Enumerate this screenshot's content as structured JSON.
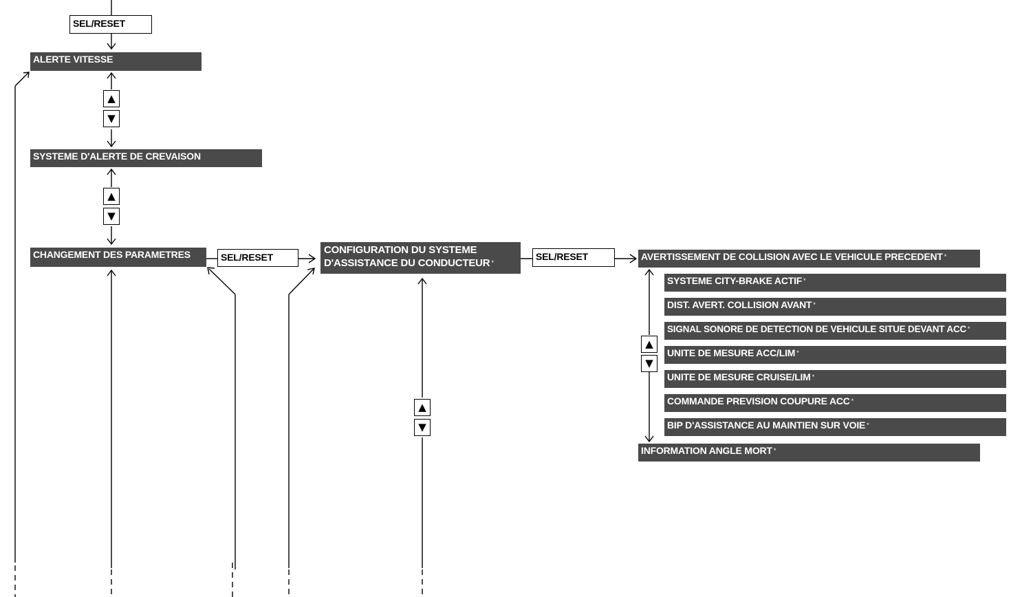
{
  "top_button": {
    "label": "SEL/RESET"
  },
  "alert_speed": {
    "label": "ALERTE VITESSE"
  },
  "tpms": {
    "label": "SYSTEME D'ALERTE DE CREVAISON"
  },
  "settings_change": {
    "label": "CHANGEMENT DES PARAMETRES"
  },
  "sel_reset_1": {
    "label": "SEL/RESET"
  },
  "driver_assist": {
    "line1": "CONFIGURATION DU SYSTEME",
    "line2": "D'ASSISTANCE DU CONDUCTEUR",
    "star": "*"
  },
  "sel_reset_2": {
    "label": "SEL/RESET"
  },
  "collision_warning": {
    "label": "AVERTISSEMENT DE COLLISION AVEC LE VEHICULE PRECEDENT",
    "star": "*"
  },
  "sub_items": [
    {
      "label": "SYSTEME CITY-BRAKE ACTIF",
      "star": "*"
    },
    {
      "label": "DIST. AVERT. COLLISION AVANT",
      "star": "*"
    },
    {
      "label": "SIGNAL SONORE DE DETECTION DE VEHICULE SITUE DEVANT ACC",
      "star": "*"
    },
    {
      "label": "UNITE DE MESURE ACC/LIM",
      "star": "*"
    },
    {
      "label": "UNITE DE MESURE CRUISE/LIM",
      "star": "*"
    },
    {
      "label": "COMMANDE PREVISION COUPURE ACC",
      "star": "*"
    },
    {
      "label": "BIP D'ASSISTANCE AU MAINTIEN SUR VOIE",
      "star": "*"
    }
  ],
  "blind_spot": {
    "label": "INFORMATION ANGLE MORT",
    "star": "*"
  },
  "nav_up": "▲",
  "nav_down": "▼",
  "colors": {
    "box_fill": "#4a4a4a",
    "box_text": "#ffffff",
    "line": "#000000"
  }
}
